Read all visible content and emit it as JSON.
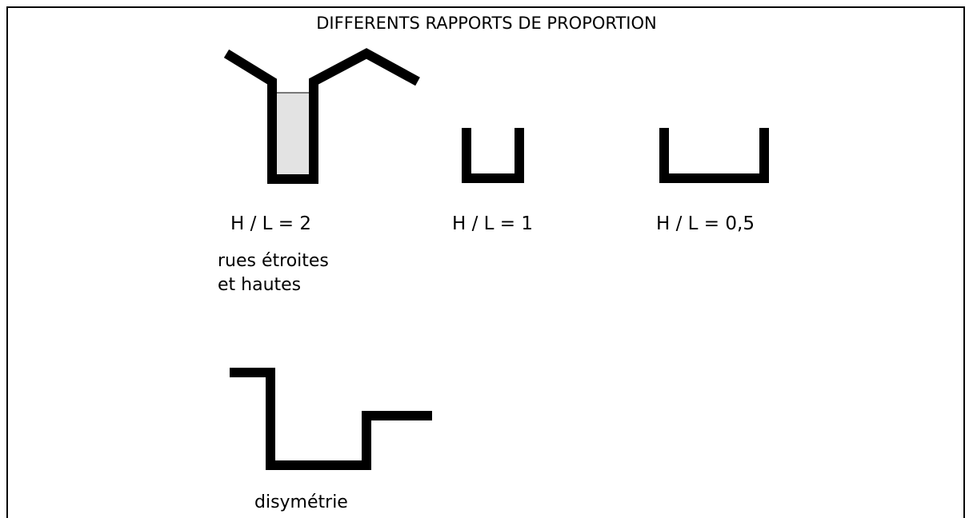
{
  "title": "DIFFERENTS RAPPORTS DE PROPORTION",
  "sections": [
    {
      "ratio": "H / L = 2",
      "description_lines": [
        "rues étroites",
        "et hautes"
      ]
    },
    {
      "ratio": "H / L = 1"
    },
    {
      "ratio": "H / L = 0,5"
    }
  ],
  "asymmetry_label": "disymétrie",
  "colors": {
    "stroke": "#000000",
    "fill_narrow_street": "#e3e3e3",
    "background": "#ffffff"
  }
}
